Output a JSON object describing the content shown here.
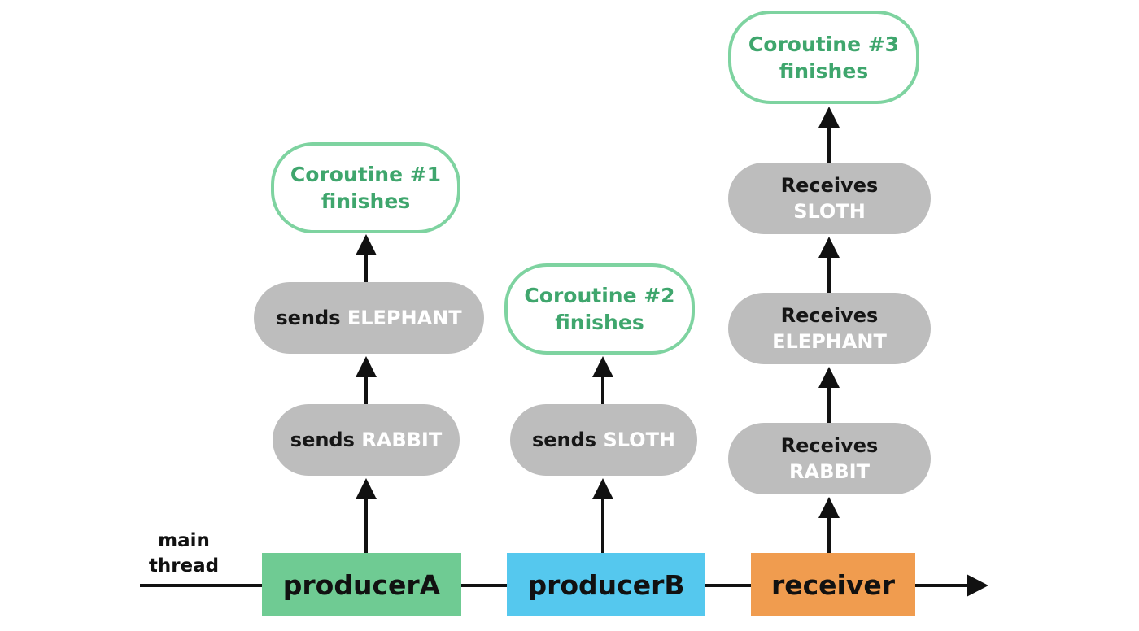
{
  "main_thread_label": [
    "main",
    "thread"
  ],
  "colors": {
    "producerA": "#6fcb93",
    "producerB": "#55c8ee",
    "receiver": "#f09c4f",
    "pill": "#bdbdbd",
    "finish_border": "#7ed3a0",
    "finish_text": "#3fa66d"
  },
  "columns": {
    "producerA": {
      "label": "producerA",
      "steps": [
        {
          "verb": "sends",
          "value": "RABBIT"
        },
        {
          "verb": "sends",
          "value": "ELEPHANT"
        }
      ],
      "finish": [
        "Coroutine #1",
        "finishes"
      ]
    },
    "producerB": {
      "label": "producerB",
      "steps": [
        {
          "verb": "sends",
          "value": "SLOTH"
        }
      ],
      "finish": [
        "Coroutine #2",
        "finishes"
      ]
    },
    "receiver": {
      "label": "receiver",
      "steps": [
        {
          "verb": "Receives",
          "value": "RABBIT"
        },
        {
          "verb": "Receives",
          "value": "ELEPHANT"
        },
        {
          "verb": "Receives",
          "value": "SLOTH"
        }
      ],
      "finish": [
        "Coroutine #3",
        "finishes"
      ]
    }
  }
}
